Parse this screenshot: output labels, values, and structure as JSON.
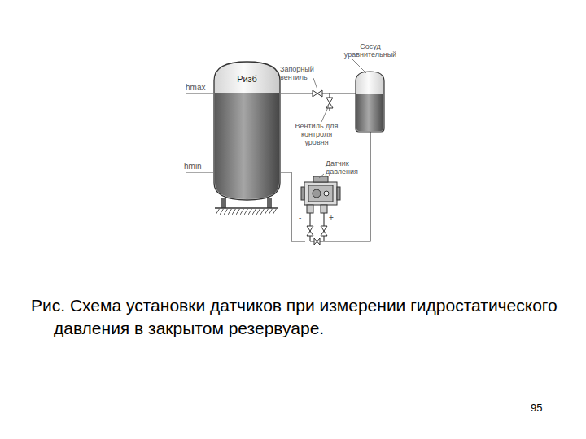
{
  "diagram": {
    "caption": "Рис. Схема установки датчиков при измерении гидростатического давления в закрытом резервуаре.",
    "nodes": [
      {
        "text": [
          "Ризб"
        ]
      }
    ],
    "labels": [
      "hmax",
      "hmin",
      "Сосуд уравнительный",
      "Запорный вентиль",
      "Вентиль для контроля уровня",
      "Датчик давления",
      "-",
      "+",
      "95"
    ]
  }
}
